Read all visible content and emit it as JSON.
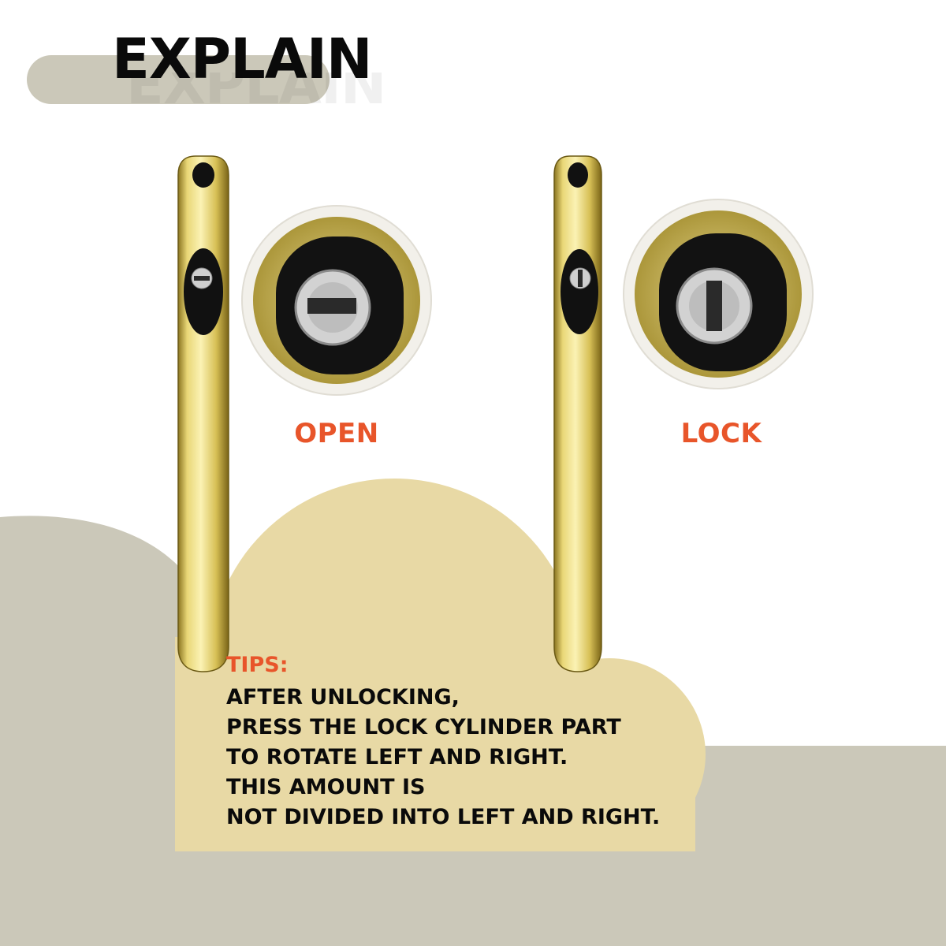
{
  "header": {
    "title": "EXPLAIN"
  },
  "states": [
    {
      "id": "open",
      "label": "OPEN",
      "icon": "handle-open-icon"
    },
    {
      "id": "lock",
      "label": "LOCK",
      "icon": "handle-lock-icon"
    }
  ],
  "tips": {
    "title": "TIPS:",
    "lines": [
      "AFTER UNLOCKING,",
      "PRESS THE LOCK CYLINDER PART",
      "TO ROTATE LEFT AND RIGHT.",
      "THIS AMOUNT IS",
      "NOT DIVIDED INTO LEFT AND RIGHT."
    ]
  },
  "colors": {
    "accent": "#e8552a",
    "taupe": "#cbc8b9",
    "cream": "#e8d9a5",
    "gold": "#d8c25c",
    "text": "#0a0a0a"
  }
}
